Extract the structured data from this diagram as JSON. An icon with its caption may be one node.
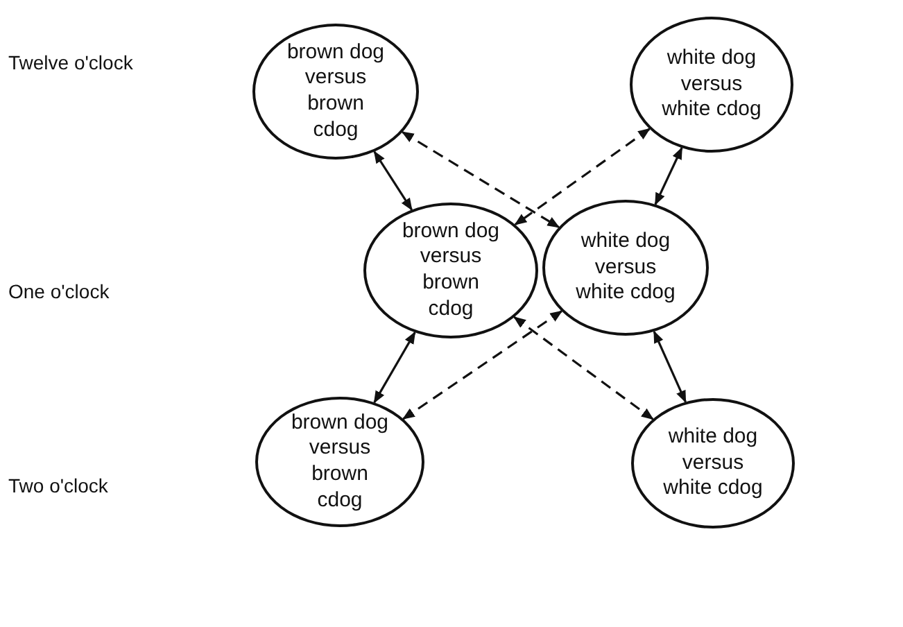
{
  "diagram": {
    "nodes": [
      {
        "text": [
          "brown dog versus brown cdog"
        ]
      },
      {
        "text": [
          "white dog versus white cdog"
        ]
      },
      {
        "text": [
          "brown dog versus brown cdog"
        ]
      },
      {
        "text": [
          "white dog versus white cdog"
        ]
      },
      {
        "text": [
          "brown dog versus brown cdog"
        ]
      },
      {
        "text": [
          "white dog versus white cdog"
        ]
      }
    ],
    "edges": [
      {
        "from": 0,
        "to": 2,
        "arrow": "both"
      },
      {
        "from": 0,
        "to": 3,
        "arrow": "both",
        "style": "dashed"
      },
      {
        "from": 1,
        "to": 2,
        "arrow": "both",
        "style": "dashed"
      },
      {
        "from": 1,
        "to": 3,
        "arrow": "both"
      },
      {
        "from": 2,
        "to": 4,
        "arrow": "both"
      },
      {
        "from": 2,
        "to": 5,
        "arrow": "both",
        "style": "dashed"
      },
      {
        "from": 3,
        "to": 4,
        "arrow": "both",
        "style": "dashed"
      },
      {
        "from": 3,
        "to": 5,
        "arrow": "both"
      }
    ],
    "labels": [
      "Twelve o'clock",
      "One o'clock",
      "Two o'clock"
    ]
  }
}
